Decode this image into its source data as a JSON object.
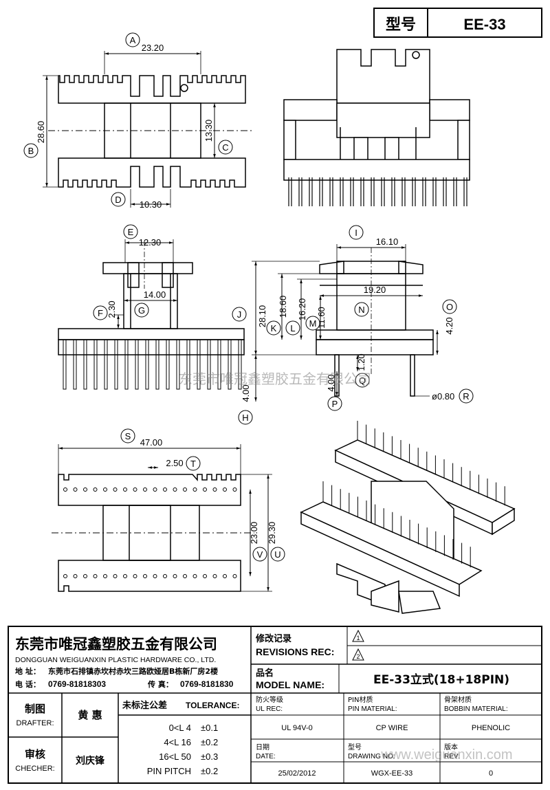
{
  "header": {
    "model_label": "型号",
    "model_value": "EE-33"
  },
  "top_view": {
    "dim_A": "23.20",
    "dim_B": "28.60",
    "dim_C": "13.30",
    "dim_D": "10.30",
    "labels": {
      "A": "A",
      "B": "B",
      "C": "C",
      "D": "D"
    }
  },
  "front_view": {
    "dim_E": "12.30",
    "dim_G": "14.00",
    "dim_F": "2.30",
    "dim_H": "4.00",
    "labels": {
      "E": "E",
      "F": "F",
      "G": "G",
      "H": "H"
    }
  },
  "side_view": {
    "dim_I": "16.10",
    "dim_N": "19.20",
    "dim_J": "28.10",
    "dim_K": "18.60",
    "dim_L": "16.20",
    "dim_M": "11.60",
    "dim_O": "4.20",
    "dim_Q": "1.20",
    "dim_P": "4.00",
    "dim_R": "ø0.80",
    "labels": {
      "I": "I",
      "J": "J",
      "K": "K",
      "L": "L",
      "M": "M",
      "N": "N",
      "O": "O",
      "P": "P",
      "Q": "Q",
      "R": "R"
    }
  },
  "bottom_view": {
    "dim_S": "47.00",
    "dim_T": "2.50",
    "dim_V": "23.00",
    "dim_U": "29.30",
    "labels": {
      "S": "S",
      "T": "T",
      "U": "U",
      "V": "V"
    }
  },
  "watermark": "东莞市唯冠鑫塑胶五金有限公司",
  "watermark_url": "www.weiguanxin.com",
  "title_block": {
    "company_cn": "东莞市唯冠鑫塑胶五金有限公司",
    "company_en": "DONGGUAN WEIGUANXIN PLASTIC HARDWARE CO., LTD.",
    "address_label": "地  址：",
    "address": "东莞市石排镇赤坎村赤坎三路欧娅居B栋新厂房2楼",
    "phone_label": "电  话：",
    "phone": "0769-81818303",
    "fax_label": "传  真：",
    "fax": "0769-8181830",
    "revisions_cn": "修改记录",
    "revisions_en": "REVISIONS REC:",
    "rev_1": "1",
    "rev_2": "2",
    "model_name_cn": "品名",
    "model_name_en": "MODEL NAME:",
    "model_name_value": "EE-33立式(18+18PIN)",
    "drafter_cn": "制图",
    "drafter_en": "DRAFTER:",
    "drafter_name": "黄  惠",
    "checker_cn": "审核",
    "checker_en": "CHECHER:",
    "checker_name": "刘庆锋",
    "tolerance_cn": "未标注公差",
    "tolerance_en": "TOLERANCE:",
    "tolerances": [
      {
        "range": "0<L  4",
        "value": "±0.1"
      },
      {
        "range": "4<L  16",
        "value": "±0.2"
      },
      {
        "range": "16<L  50",
        "value": "±0.3"
      },
      {
        "range": "PIN PITCH",
        "value": "±0.2"
      }
    ],
    "ul_rec_cn": "防火等级",
    "ul_rec_en": "UL REC:",
    "ul_rec_value": "UL 94V-0",
    "pin_material_cn": "PIN材质",
    "pin_material_en": "PIN MATERIAL:",
    "pin_material_value": "CP WIRE",
    "bobbin_material_cn": "骨架材质",
    "bobbin_material_en": "BOBBIN MATERIAL:",
    "bobbin_material_value": "PHENOLIC",
    "date_cn": "日期",
    "date_en": "DATE:",
    "date_value": "25/02/2012",
    "drawing_no_cn": "型号",
    "drawing_no_en": "DRAWING NO:",
    "drawing_no_value": "WGX-EE-33",
    "rev_cn": "版本",
    "rev_en": "REV:",
    "rev_value": "0"
  }
}
